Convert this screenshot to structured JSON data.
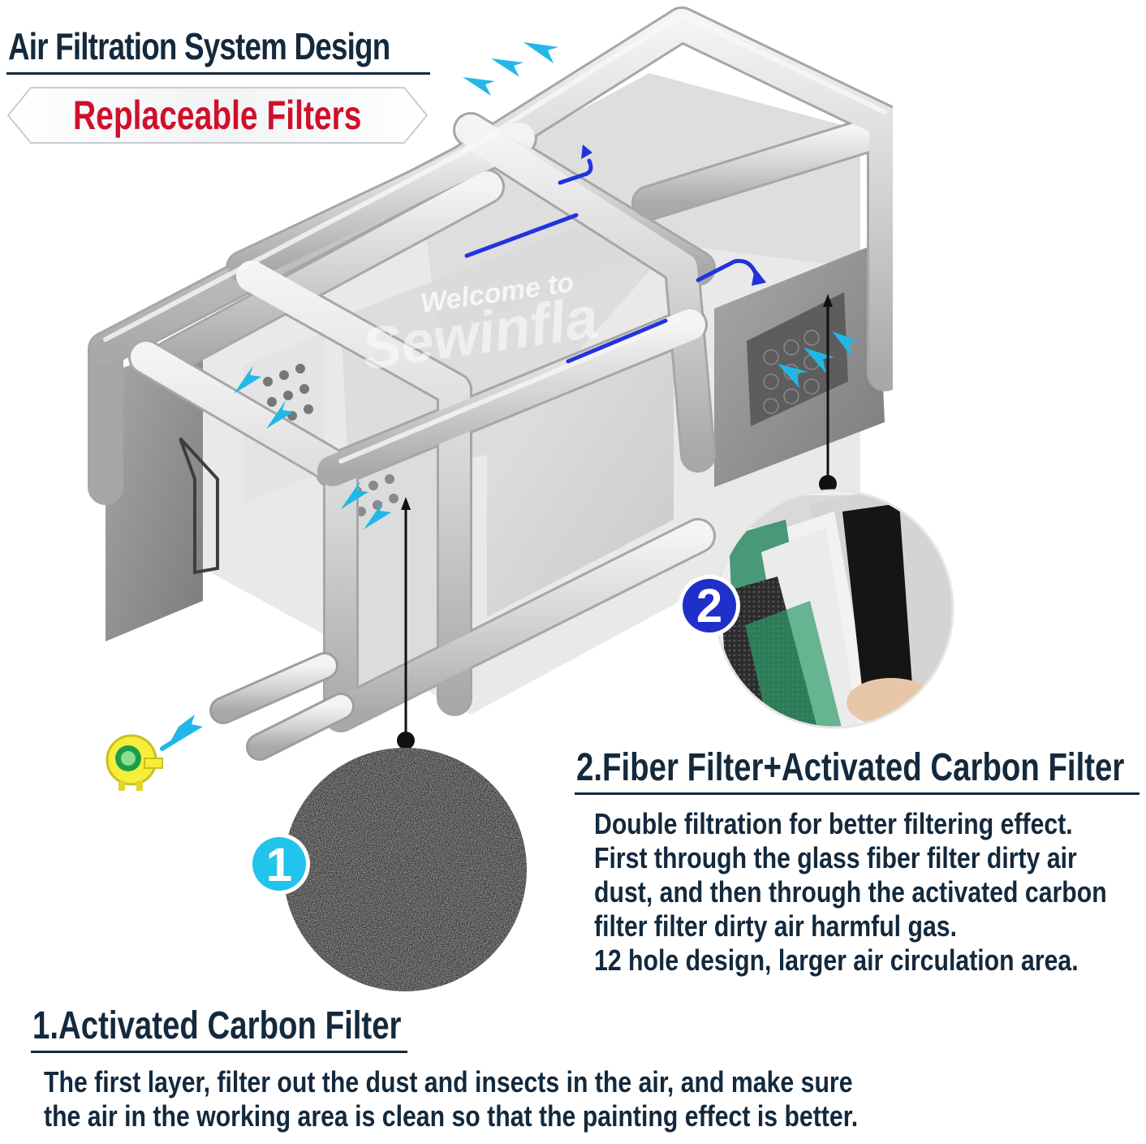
{
  "header": {
    "title": "Air Filtration System Design",
    "badge": "Replaceable Filters"
  },
  "callouts": {
    "one": {
      "number": "1",
      "color": "#22c4ee"
    },
    "two": {
      "number": "2",
      "color": "#1f2fc9"
    }
  },
  "filter2": {
    "heading": "2.Fiber Filter+Activated Carbon Filter",
    "lines": [
      "Double filtration for better filtering effect.",
      "First through the glass fiber filter dirty air",
      "dust, and then through the activated carbon",
      "filter filter dirty air harmful gas.",
      "12 hole design, larger air circulation area."
    ]
  },
  "filter1": {
    "heading": "1.Activated Carbon Filter",
    "lines": [
      "The first layer, filter out the dust and insects in the air, and make sure",
      "the air in the working area is clean so that the painting effect is better."
    ]
  },
  "watermark": {
    "line1": "Welcome to",
    "line2": "Sewinfla"
  },
  "colors": {
    "text": "#13293d",
    "badge_text": "#d0102b",
    "airflow_arrow": "#21b8e8",
    "internal_flow": "#2233dd",
    "tube": "#d4d4d4"
  }
}
